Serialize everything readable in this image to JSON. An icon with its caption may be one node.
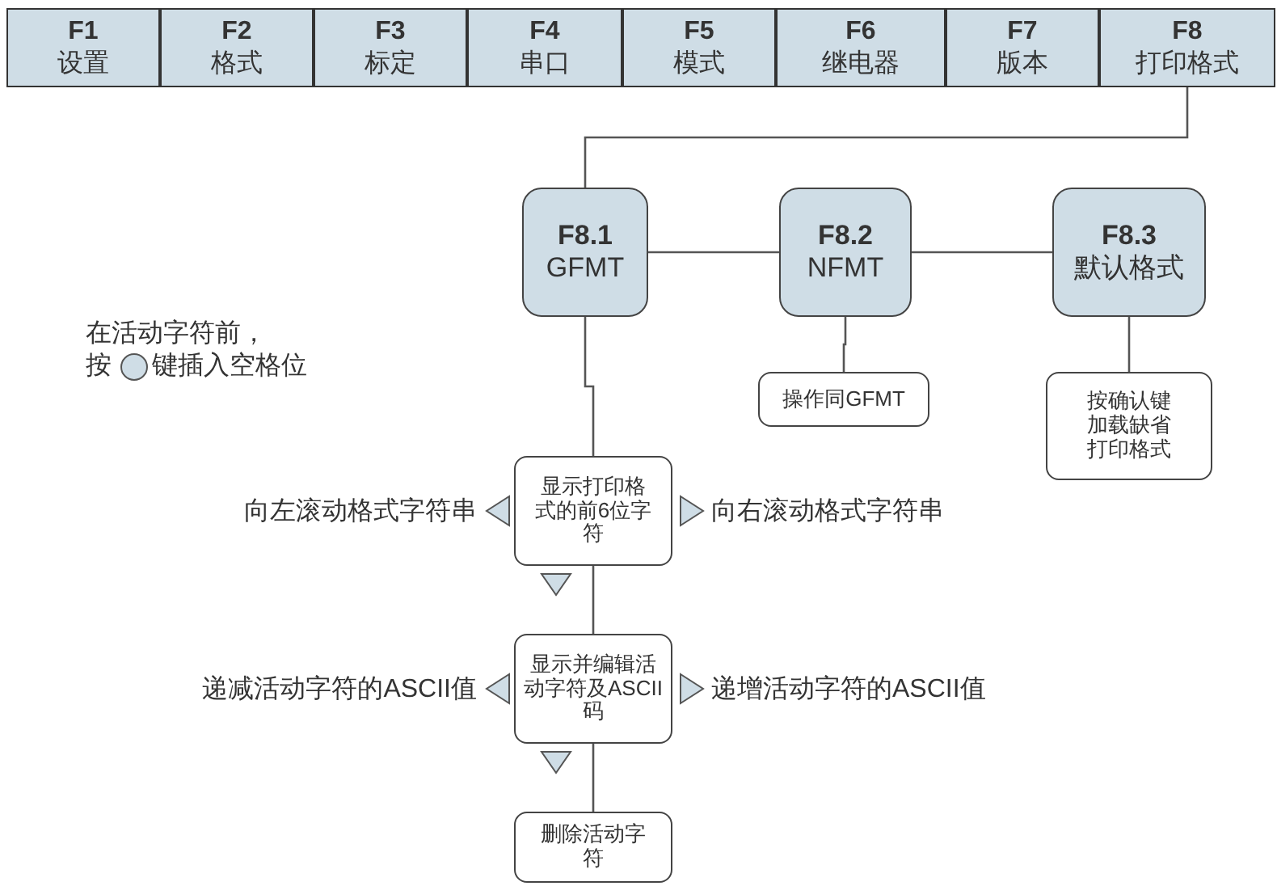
{
  "diagram": {
    "nodes": [
      {
        "text": [
          "F1",
          "设置"
        ]
      },
      {
        "text": [
          "F2",
          "格式"
        ]
      },
      {
        "text": [
          "F3",
          "标定"
        ]
      },
      {
        "text": [
          "F4",
          "串口"
        ]
      },
      {
        "text": [
          "F5",
          "模式"
        ]
      },
      {
        "text": [
          "F6",
          "继电器"
        ]
      },
      {
        "text": [
          "F7",
          "版本"
        ]
      },
      {
        "text": [
          "F8",
          "打印格式"
        ]
      },
      {
        "text": [
          "F8.1",
          "GFMT"
        ]
      },
      {
        "text": [
          "F8.2",
          "NFMT"
        ]
      },
      {
        "text": [
          "F8.3",
          "默认格式"
        ]
      },
      {
        "text": [
          "操作同GFMT"
        ]
      },
      {
        "text": [
          "按确认键加载缺省打印格式"
        ]
      },
      {
        "text": [
          "显示打印格式的前6位字符"
        ]
      },
      {
        "text": [
          "显示并编辑活动字符及ASCII码"
        ]
      },
      {
        "text": [
          "删除活动字符"
        ]
      }
    ],
    "edges": [
      {
        "from": 7,
        "to": 8,
        "arrow": "none"
      },
      {
        "from": 8,
        "to": 9,
        "arrow": "none"
      },
      {
        "from": 9,
        "to": 10,
        "arrow": "none"
      },
      {
        "from": 9,
        "to": 11,
        "arrow": "none"
      },
      {
        "from": 10,
        "to": 12,
        "arrow": "none"
      },
      {
        "from": 8,
        "to": 13,
        "arrow": "none"
      },
      {
        "from": 13,
        "to": 14,
        "arrow": "none"
      },
      {
        "from": 14,
        "to": 15,
        "arrow": "none"
      }
    ],
    "labels": [
      "在活动字符前，",
      "按",
      "键插入空格位",
      "向左滚动格式字符串",
      "向右滚动格式字符串",
      "递减活动字符的ASCII值",
      "递增活动字符的ASCII值"
    ]
  }
}
